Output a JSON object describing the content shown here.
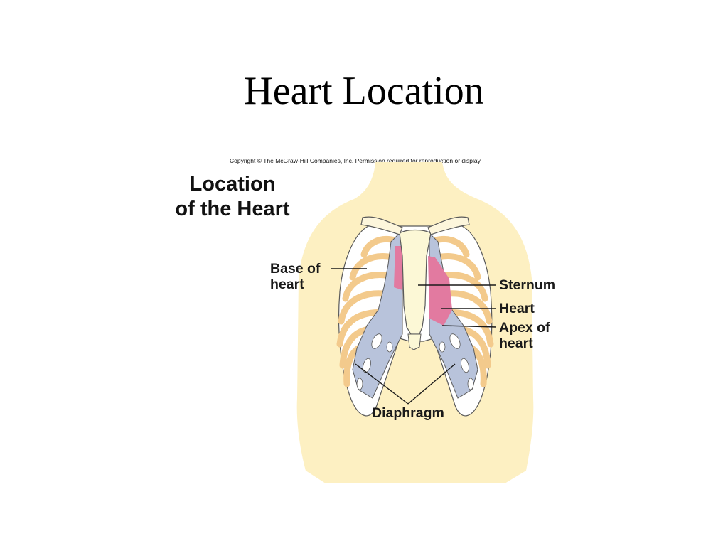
{
  "slide": {
    "title": "Heart Location"
  },
  "figure": {
    "copyright": "Copyright © The McGraw-Hill Companies, Inc. Permission required for reproduction or display.",
    "heading_line1": "Location",
    "heading_line2": "of the Heart",
    "labels": {
      "base_line1": "Base of",
      "base_line2": "heart",
      "sternum": "Sternum",
      "heart": "Heart",
      "apex_line1": "Apex of",
      "apex_line2": "heart",
      "diaphragm": "Diaphragm"
    },
    "colors": {
      "torso": "#fdf0c2",
      "rib": "#f3ca8c",
      "cartilage": "#b8c3db",
      "heart": "#e27aa0",
      "sternum": "#fcf8d6",
      "outline": "#5a5a5a"
    }
  }
}
